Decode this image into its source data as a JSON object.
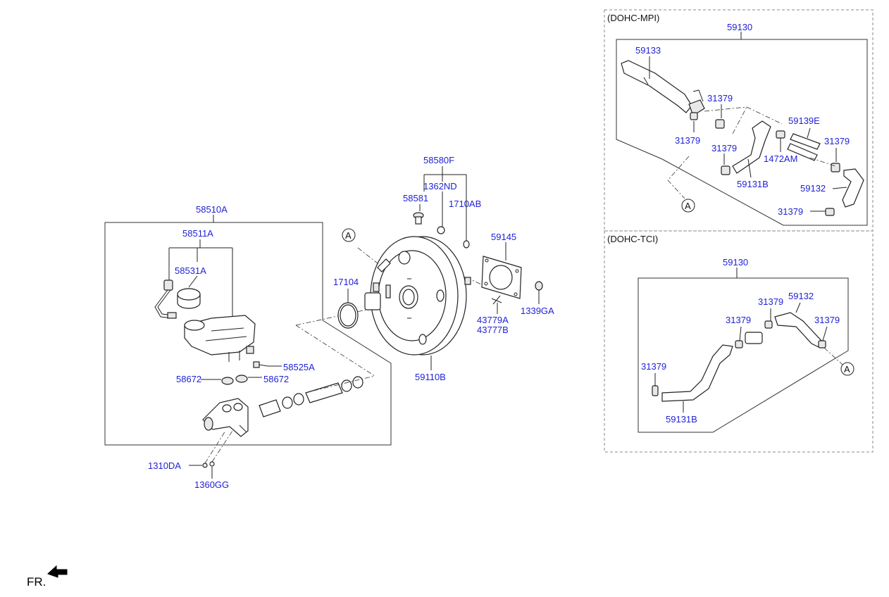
{
  "sections": {
    "mpi": "(DOHC-MPI)",
    "tci": "(DOHC-TCI)"
  },
  "fr": "FR.",
  "ref_a": "A",
  "labels": {
    "l58510A": "58510A",
    "l58511A": "58511A",
    "l58531A": "58531A",
    "l58525A": "58525A",
    "l58672a": "58672",
    "l58672b": "58672",
    "l1310DA": "1310DA",
    "l1360GG": "1360GG",
    "l17104": "17104",
    "l58580F": "58580F",
    "l1362ND": "1362ND",
    "l58581": "58581",
    "l1710AB": "1710AB",
    "l59145": "59145",
    "l43779A": "43779A",
    "l43777B": "43777B",
    "l1339GA": "1339GA",
    "l59110B": "59110B",
    "mpi_59130": "59130",
    "mpi_59133": "59133",
    "mpi_31379a": "31379",
    "mpi_31379b": "31379",
    "mpi_31379c": "31379",
    "mpi_31379d": "31379",
    "mpi_31379e": "31379",
    "mpi_59139E": "59139E",
    "mpi_1472AM": "1472AM",
    "mpi_59131B": "59131B",
    "mpi_59132": "59132",
    "tci_59130": "59130",
    "tci_31379a": "31379",
    "tci_59132": "59132",
    "tci_31379b": "31379",
    "tci_31379c": "31379",
    "tci_31379d": "31379",
    "tci_59131B": "59131B"
  }
}
